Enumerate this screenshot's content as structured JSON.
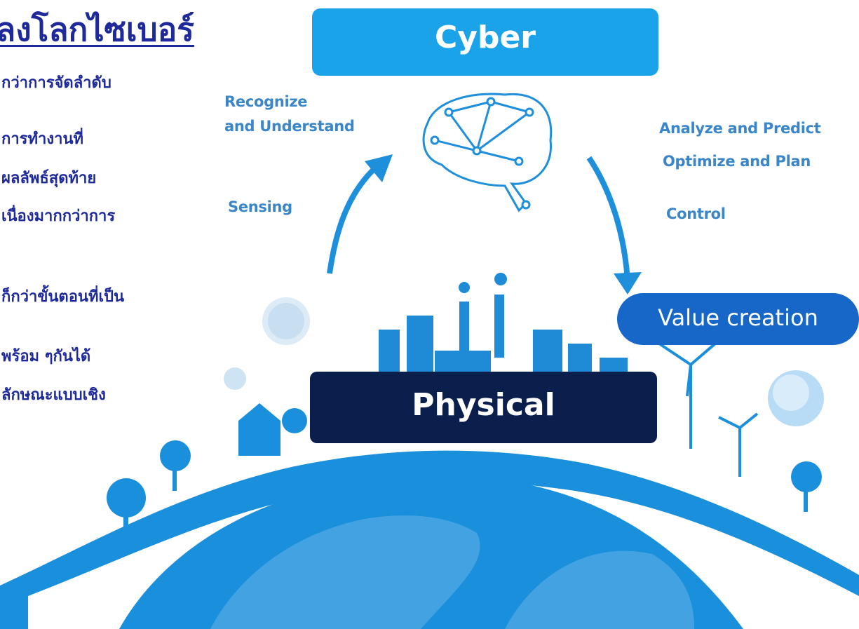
{
  "heading": "ลงโลกไซเบอร์",
  "thai_lines": [
    "กว่าการจัดลำดับ",
    "การทำงานที่",
    "ผลลัพธ์สุดท้าย",
    "เนื่องมากกว่าการ",
    "ก็กว่าขั้นตอนที่เป็น",
    "พร้อม ๆกันได้",
    "ลักษณะแบบเชิง"
  ],
  "diagram": {
    "top_box": "Cyber",
    "bottom_box": "Physical",
    "value_box": "Value creation",
    "left_labels": [
      "Recognize",
      "and Understand",
      "Sensing"
    ],
    "right_labels": [
      "Analyze and Predict",
      "Optimize and Plan",
      "Control"
    ]
  },
  "colors": {
    "heading": "#1e2a9c",
    "cyber_box": "#1aa3e8",
    "physical_box": "#0b1f4d",
    "value_box": "#1667c8",
    "earth": "#1e8fdb",
    "label": "#3a86c8",
    "background": "#ffffff"
  }
}
